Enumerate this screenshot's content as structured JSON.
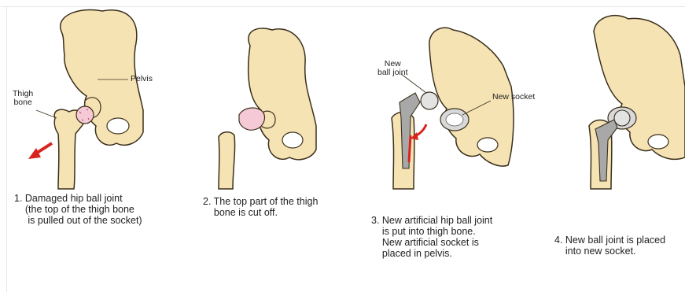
{
  "colors": {
    "bone_fill": "#f6e3b4",
    "bone_stroke": "#3a2f1c",
    "cartilage": "#f5c9d6",
    "arrow": "#d8231f",
    "implant": "#a8a8a8",
    "text": "#222222"
  },
  "panels": [
    {
      "callouts": {
        "pelvis": "Pelvis",
        "thigh_bone": "Thigh\nbone"
      },
      "caption": "1. Damaged hip ball joint\n    (the top of the thigh bone\n     is pulled out of the socket)"
    },
    {
      "caption": "2. The top part of the thigh\n    bone is cut off."
    },
    {
      "callouts": {
        "new_ball_joint": "New\nball joint",
        "new_socket": "New socket"
      },
      "caption": "3. New artificial hip ball joint\n    is put into thigh bone.\n    New artificial socket is\n    placed in pelvis."
    },
    {
      "caption": "4. New ball joint is placed\n    into new socket."
    }
  ]
}
